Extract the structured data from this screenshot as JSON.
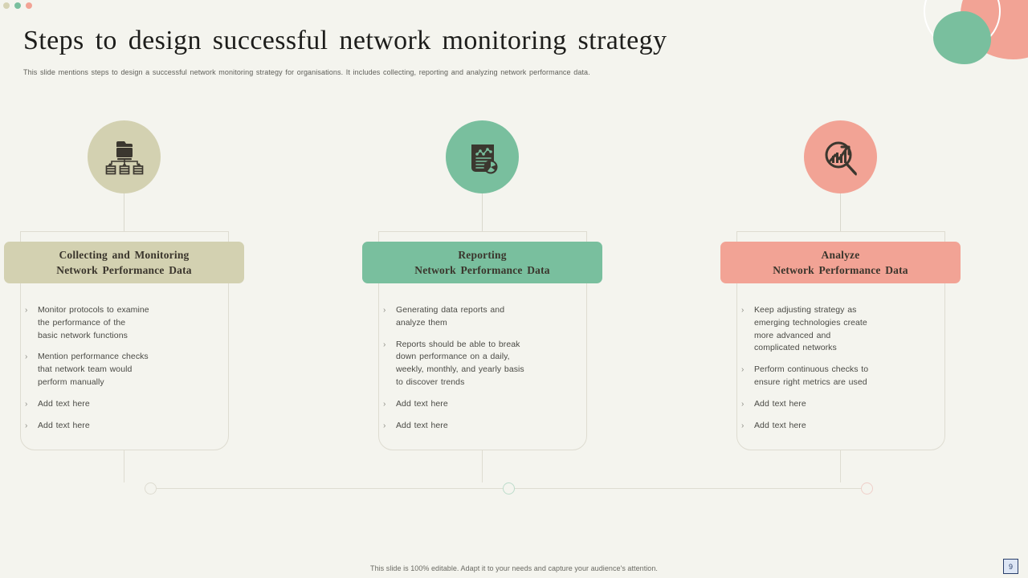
{
  "window": {
    "dots": [
      "window-dot-olive",
      "window-dot-green",
      "window-dot-salmon"
    ]
  },
  "header": {
    "title": "Steps to design successful network monitoring strategy",
    "subtitle": "This slide mentions steps to design a successful network monitoring strategy  for organisations. It includes collecting, reporting and analyzing network performance data."
  },
  "colors": {
    "background": "#f4f4ee",
    "step1": "#d3d1b1",
    "step2": "#79bf9e",
    "step3": "#f2a395",
    "title_text": "#1d1d1b",
    "body_text": "#4a4a45",
    "line": "#dedcd1",
    "page_badge_bg": "#dde6f5",
    "page_badge_border": "#2a3f6b"
  },
  "steps": [
    {
      "icon": "network-data-collection-icon",
      "accent": "#d3d1b1",
      "title_line1": "Collecting and Monitoring",
      "title_line2": "Network Performance  Data",
      "bullets": [
        "Monitor protocols to examine\nthe performance  of the\nbasic network functions",
        "Mention performance  checks\nthat network team would\nperform  manually",
        "Add text here",
        "Add text here"
      ]
    },
    {
      "icon": "report-document-chart-icon",
      "accent": "#79bf9e",
      "title_line1": "Reporting",
      "title_line2": "Network Performance  Data",
      "bullets": [
        "Generating data reports and\nanalyze them",
        "Reports should be able to break\ndown performance  on a daily,\nweekly, monthly, and yearly basis\nto discover trends",
        "Add text here",
        "Add text here"
      ]
    },
    {
      "icon": "magnifier-growth-chart-icon",
      "accent": "#f2a395",
      "title_line1": "Analyze",
      "title_line2": "Network Performance  Data",
      "bullets": [
        "Keep adjusting strategy as\nemerging technologies create\nmore advanced  and\ncomplicated networks",
        "Perform  continuous checks to\nensure right metrics are used",
        "Add text here",
        "Add text here"
      ]
    }
  ],
  "bullet_marker": "›",
  "footer": {
    "note": "This slide is 100% editable.  Adapt it to your needs and capture your audience's attention.",
    "page_number": "9"
  }
}
